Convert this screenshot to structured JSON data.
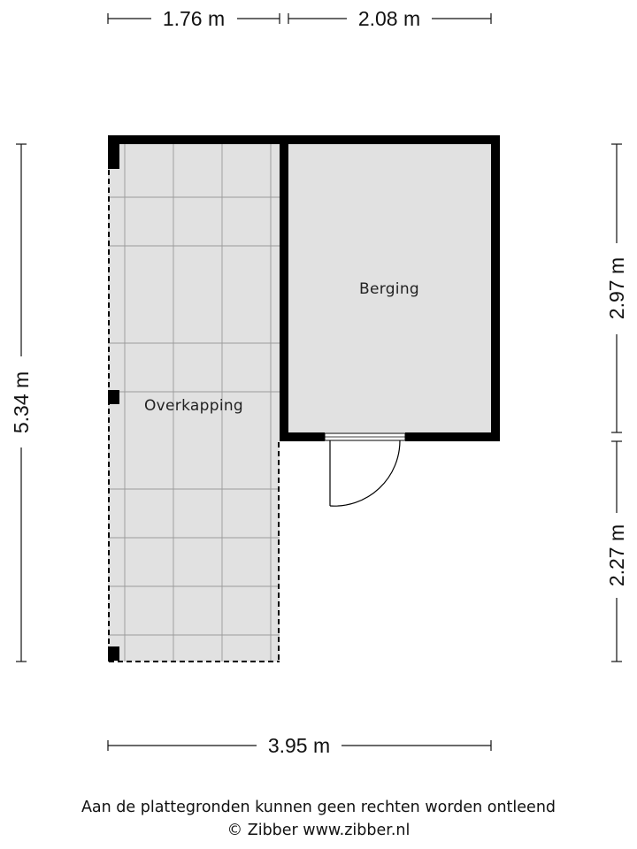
{
  "dimensions": {
    "top_left": "1.76 m",
    "top_right": "2.08 m",
    "bottom": "3.95 m",
    "left": "5.34 m",
    "right_upper": "2.97 m",
    "right_lower": "2.27 m"
  },
  "rooms": {
    "berging": "Berging",
    "overkapping": "Overkapping"
  },
  "footer": {
    "disclaimer": "Aan de plattegronden kunnen geen rechten worden ontleend",
    "credit": "© Zibber www.zibber.nl"
  },
  "colors": {
    "wall": "#000000",
    "room_fill": "#e1e1e1",
    "grid_line": "#9a9a9a",
    "dimension_line": "#111111"
  }
}
